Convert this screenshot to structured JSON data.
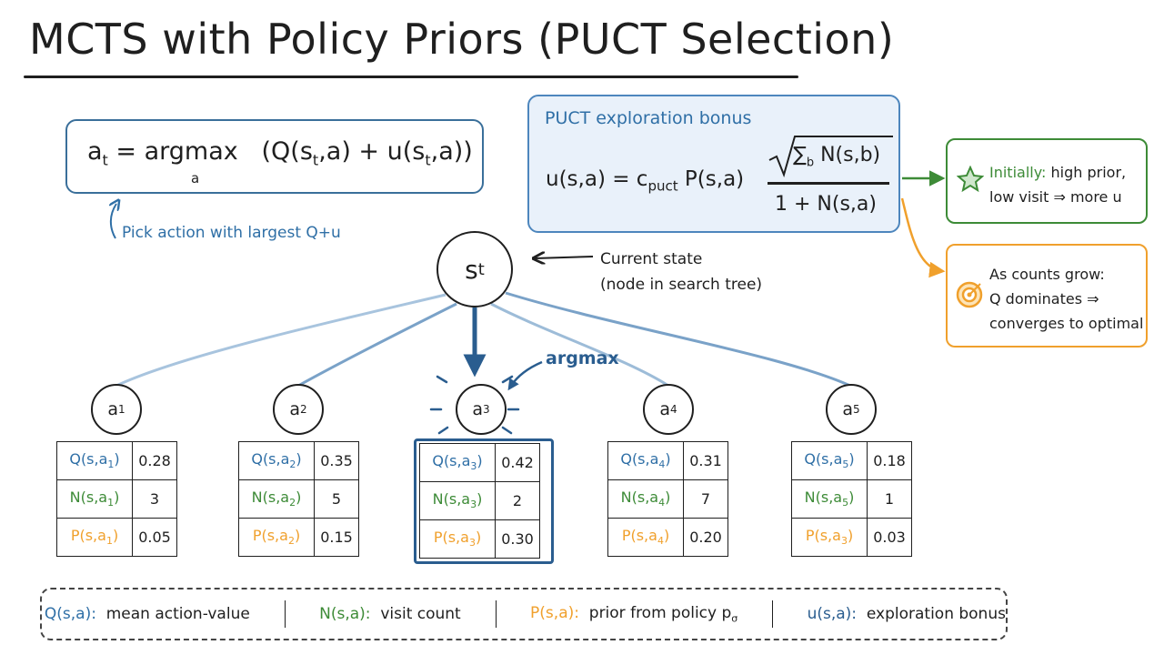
{
  "title": "MCTS with Policy Priors (PUCT Selection)",
  "selection_formula": {
    "lhs": "a",
    "lhs_sub": "t",
    "eq": " = argmax ",
    "argmax_sub": "a",
    "q_open": "(Q(s",
    "q_sub": "t",
    "q_close": ",a) + u(s",
    "u_sub": "t",
    "u_close": ",a))"
  },
  "pick_note": "Pick action with largest Q+u",
  "puct": {
    "title": "PUCT exploration bonus",
    "lhs": "u(s,a) = c",
    "c_sub": "puct",
    "prior": " P(s,a)",
    "sqrt_symbol": "√",
    "sum_symbol": "∑",
    "sum_sub": "b",
    "numerator": " N(s,b)",
    "denominator": "1 + N(s,a)"
  },
  "side_notes": {
    "initially_label": "Initially:",
    "initially_rest_1": " high prior,",
    "initially_line_2": "low visit ⇒ more u",
    "counts_line_1": "As counts grow:",
    "counts_line_2": "Q dominates ⇒",
    "counts_line_3": "converges to optimal",
    "star_icon": "star-icon",
    "target_icon": "target-icon",
    "green_color": "#3d8b37",
    "orange_color": "#f0a02c"
  },
  "state": {
    "label": "s",
    "sub": "t",
    "note_line_1": "Current state",
    "note_line_2": "(node in search tree)"
  },
  "argmax_label": "argmax",
  "actions": [
    {
      "name": "a",
      "sub": "1",
      "q_label": "Q(s,a",
      "n_label": "N(s,a",
      "p_label": "P(s,a",
      "row_sub": "1",
      "p_sub": "1",
      "q": "0.28",
      "n": "3",
      "p": "0.05"
    },
    {
      "name": "a",
      "sub": "2",
      "q_label": "Q(s,a",
      "n_label": "N(s,a",
      "p_label": "P(s,a",
      "row_sub": "2",
      "p_sub": "2",
      "q": "0.35",
      "n": "5",
      "p": "0.15"
    },
    {
      "name": "a",
      "sub": "3",
      "q_label": "Q(s,a",
      "n_label": "N(s,a",
      "p_label": "P(s,a",
      "row_sub": "3",
      "p_sub": "3",
      "q": "0.42",
      "n": "2",
      "p": "0.30"
    },
    {
      "name": "a",
      "sub": "4",
      "q_label": "Q(s,a",
      "n_label": "N(s,a",
      "p_label": "P(s,a",
      "row_sub": "4",
      "p_sub": "4",
      "q": "0.31",
      "n": "7",
      "p": "0.20"
    },
    {
      "name": "a",
      "sub": "5",
      "q_label": "Q(s,a",
      "n_label": "N(s,a",
      "p_label": "P(s,a",
      "row_sub": "5",
      "p_sub": "3",
      "q": "0.18",
      "n": "1",
      "p": "0.03"
    }
  ],
  "legend": {
    "q_key": "Q(s,a):",
    "q_desc": "mean action-value",
    "n_key": "N(s,a):",
    "n_desc": "visit count",
    "p_key": "P(s,a):",
    "p_desc": "prior from policy p",
    "p_desc_sub": "σ",
    "u_key": "u(s,a):",
    "u_desc": "exploration bonus"
  },
  "colors": {
    "q_blue": "#2f6fa6",
    "n_green": "#3d8b37",
    "p_orange": "#f0a02c",
    "highlight": "#2a5d8f",
    "edge": "#9dbcd8"
  }
}
